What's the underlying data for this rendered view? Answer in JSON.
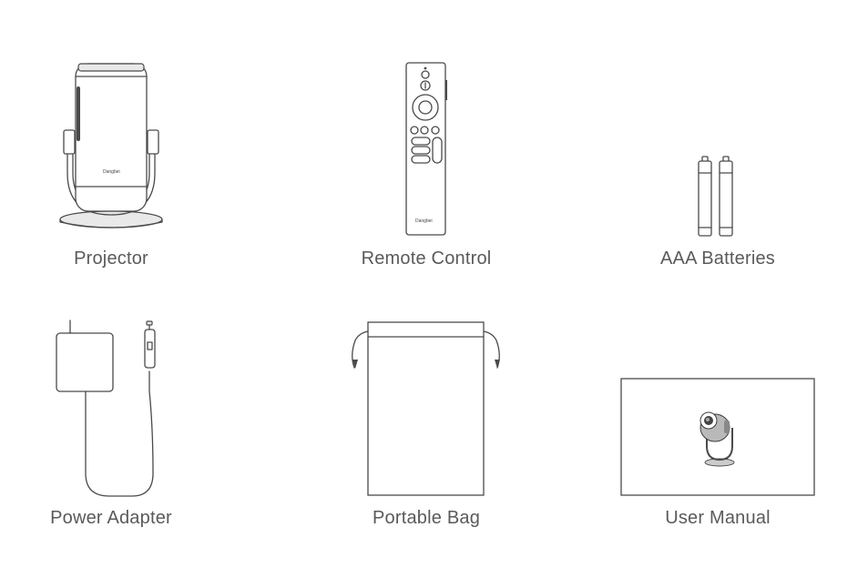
{
  "items": [
    {
      "label": "Projector",
      "icon": "projector-icon"
    },
    {
      "label": "Remote Control",
      "icon": "remote-control-icon"
    },
    {
      "label": "AAA Batteries",
      "icon": "batteries-icon"
    },
    {
      "label": "Power Adapter",
      "icon": "power-adapter-icon"
    },
    {
      "label": "Portable Bag",
      "icon": "portable-bag-icon"
    },
    {
      "label": "User Manual",
      "icon": "user-manual-icon"
    }
  ],
  "brand_text": {
    "projector": "Dangbei",
    "remote": "Dangbei"
  },
  "colors": {
    "line": "#4a4a4a",
    "label": "#5a5a5a",
    "background": "#ffffff"
  }
}
